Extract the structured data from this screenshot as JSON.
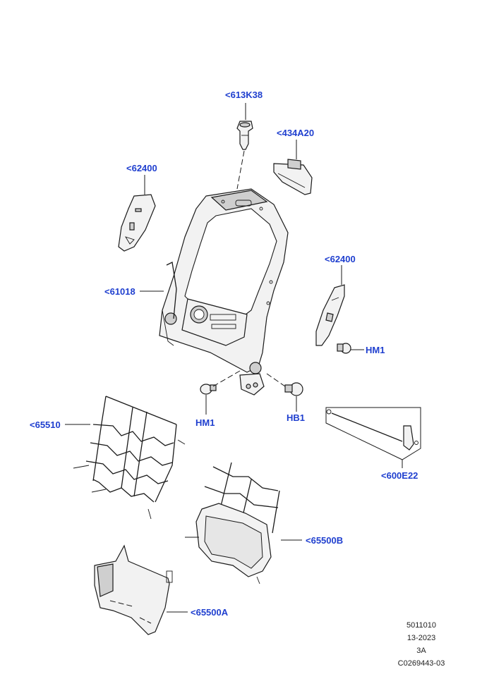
{
  "diagram": {
    "accent_color": "#1f3fcf",
    "callouts": {
      "c613k38": "<613K38",
      "c434a20": "<434A20",
      "c62400_left": "<62400",
      "c62400_right": "<62400",
      "c61018": "<61018",
      "hm1_right": "HM1",
      "hm1_bottom": "HM1",
      "hb1": "HB1",
      "c65510": "<65510",
      "c600e22": "<600E22",
      "c65500b": "<65500B",
      "c65500a": "<65500A"
    },
    "footer": {
      "line1": "5011010",
      "line2": "13-2023",
      "line3": "3A",
      "line4": "C0269443-03"
    }
  }
}
